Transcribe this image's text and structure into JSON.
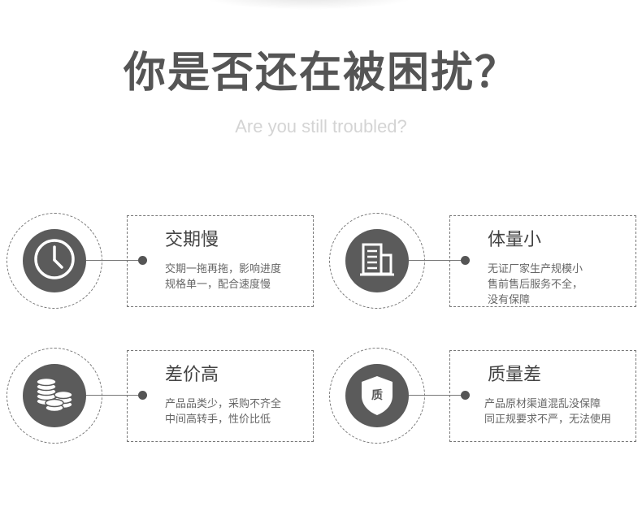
{
  "header": {
    "title": "你是否还在被困扰？",
    "subtitle": "Are you still troubled?"
  },
  "cards": [
    {
      "icon": "clock-icon",
      "title": "交期慢",
      "desc": [
        "交期一拖再拖，影响进度",
        "规格单一，配合速度慢"
      ]
    },
    {
      "icon": "building-icon",
      "title": "体量小",
      "desc": [
        "无证厂家生产规模小",
        "售前售后服务不全，",
        "没有保障"
      ]
    },
    {
      "icon": "coins-icon",
      "title": "差价高",
      "desc": [
        "产品品类少，采购不齐全",
        "中间高转手，性价比低"
      ]
    },
    {
      "icon": "quality-shield-icon",
      "icon_text": "质",
      "title": "质量差",
      "desc": [
        "产品原材渠道混乱没保障",
        "同正规要求不严，无法使用"
      ]
    }
  ],
  "colors": {
    "icon_disc": "#5b5b5b",
    "title_text": "#555555",
    "subtitle_text": "#d4d4d4",
    "dashed_border": "#777777"
  }
}
